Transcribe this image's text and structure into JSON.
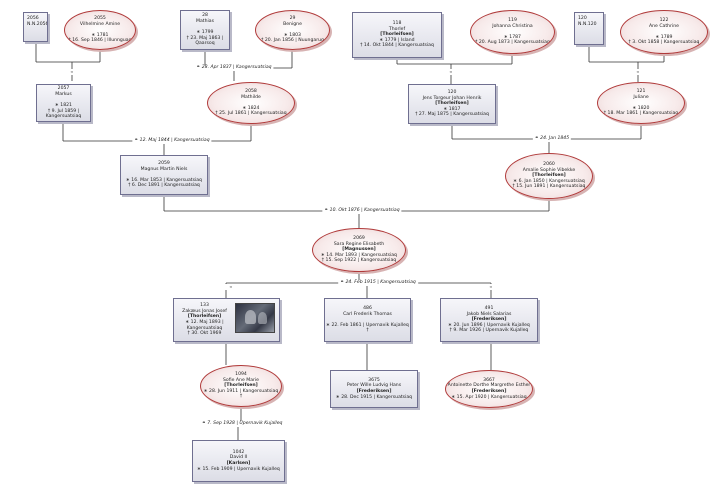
{
  "persons": [
    {
      "id": "p2056",
      "sex": "m",
      "layout": "topleft",
      "lines": [
        "2056",
        "N.N.2056"
      ]
    },
    {
      "id": "p2055",
      "sex": "f",
      "lines": [
        "2055",
        "Vilhelmine Amine",
        "",
        "∗ 1781",
        "† 16. Sep 1846 | Illunnguaq"
      ]
    },
    {
      "id": "p28",
      "sex": "m",
      "lines": [
        "28",
        "Mathias",
        "",
        "∗ 1799",
        "† 23. Maj 1863 | Qaarsoq"
      ]
    },
    {
      "id": "p29",
      "sex": "f",
      "lines": [
        "29",
        "Benigne",
        "",
        "∗ 1803",
        "† 20. Jan 1856 | Nuungaruq"
      ]
    },
    {
      "id": "p118",
      "sex": "m",
      "lines": [
        "118",
        "Thorlef",
        "[Thorleifsen]",
        "∗ 1779 | Island",
        "† 14. Okt 1844 | Kangersuatsiaq"
      ]
    },
    {
      "id": "p119",
      "sex": "f",
      "lines": [
        "119",
        "Johanna Christina",
        "",
        "∗ 1787",
        "† 20. Aug 1873 | Kangersuatsiaq"
      ]
    },
    {
      "id": "p120u",
      "sex": "m",
      "layout": "topleft",
      "lines": [
        "120",
        "N.N.120"
      ]
    },
    {
      "id": "p122",
      "sex": "f",
      "lines": [
        "122",
        "Ane Cathrine",
        "",
        "∗ 1789",
        "† 3. Okt 1858 | Kangersuatsiaq"
      ]
    },
    {
      "id": "p2057",
      "sex": "m",
      "lines": [
        "2057",
        "Markus",
        "",
        "∗ 1821",
        "† 9. Jul 1859 | Kangersuatsiaq"
      ]
    },
    {
      "id": "p2058",
      "sex": "f",
      "lines": [
        "2058",
        "Mathilde",
        "",
        "∗ 1824",
        "† 25. Jul 1861 | Kangersuatsiaq"
      ]
    },
    {
      "id": "p120",
      "sex": "m",
      "lines": [
        "120",
        "Jens Torgeur Johan Henrik",
        "[Thorleifsen]",
        "∗ 1817",
        "† 27. Maj 1875 | Kangersuatsiaq"
      ]
    },
    {
      "id": "p121",
      "sex": "f",
      "lines": [
        "121",
        "Juliane",
        "",
        "∗ 1820",
        "† 18. Mar 1861 | Kangersuatsiaq"
      ]
    },
    {
      "id": "p2059",
      "sex": "m",
      "lines": [
        "2059",
        "Magnus Martin Niels",
        "",
        "∗ 16. Mar 1853 | Kangersuatsiaq",
        "† 6. Dec 1891 | Kangersuatsiaq"
      ]
    },
    {
      "id": "p2060",
      "sex": "f",
      "lines": [
        "2060",
        "Amalie Sophie Vibekke",
        "[Thorleifsen]",
        "∗ 6. Jan 1850 | Kangersuatsiaq",
        "† 15. Jun 1891 | Kangersuatsiaq"
      ]
    },
    {
      "id": "p2069",
      "sex": "f",
      "lines": [
        "2069",
        "Sara Regine Elisabeth",
        "[Magnussen]",
        "∗ 14. Mar 1893 | Kangersuatsiaq",
        "† 15. Sep 1922 | Kangersuatsiaq"
      ]
    },
    {
      "id": "p133",
      "sex": "m",
      "photo": true,
      "lines": [
        "133",
        "Zakæus Jonas Josef",
        "[Thorleifsen]",
        "∗ 12. Maj 1893 | Kangersuatsiaq",
        "† 30. Okt 1969"
      ]
    },
    {
      "id": "p486",
      "sex": "m",
      "lines": [
        "486",
        "Carl Frederik Thomas",
        "",
        "∗ 22. Feb 1861 | Upernavik Kujalleq",
        "†"
      ]
    },
    {
      "id": "p491",
      "sex": "m",
      "lines": [
        "491",
        "Jakob Niels Salarias",
        "[Frederiksen]",
        "∗ 20. Jun 1896 | Upernavik Kujalleq",
        "† 9. Mar 1926 | Upernavik Kujalleq"
      ]
    },
    {
      "id": "p1094",
      "sex": "f",
      "lines": [
        "1094",
        "Sofie Ane Marie",
        "[Thorleifsen]",
        "∗ 28. Jun 1911 | Kangersuatsiaq",
        "†"
      ]
    },
    {
      "id": "p3675",
      "sex": "m",
      "lines": [
        "3675",
        "Peter Wille Ludvig Hans",
        "[Frederiksen]",
        "∗ 28. Dec 1915 | Kangersuatsiaq"
      ]
    },
    {
      "id": "p3667",
      "sex": "f",
      "lines": [
        "3667",
        "Antoinette Dorthe Margrethe Esther",
        "[Frederiksen]",
        "∗ 15. Apr 1920 | Kangersuatsiaq"
      ]
    },
    {
      "id": "p1042",
      "sex": "m",
      "lines": [
        "1042",
        "David II",
        "[Karlsen]",
        "∗ 15. Feb 1909 | Upernavik Kujalleq"
      ]
    }
  ],
  "marriages": [
    {
      "id": "m1",
      "label": "",
      "hub": "∞",
      "type": "hub"
    },
    {
      "id": "m2",
      "label": "⚭ 28. Apr 1837 | Kangersuatsiaq",
      "hub": "",
      "type": "label"
    },
    {
      "id": "m3",
      "label": "",
      "hub": "∞",
      "type": "hub"
    },
    {
      "id": "m4",
      "label": "",
      "hub": "∞",
      "type": "hub"
    },
    {
      "id": "m5",
      "label": "⚭ 12. Maj 1844 | Kangersuatsiaq",
      "type": "label"
    },
    {
      "id": "m6",
      "label": "⚭ 24. Jan 1845",
      "type": "label"
    },
    {
      "id": "m7",
      "label": "⚭ 10. Okt 1876 | Kangersuatsiaq",
      "type": "label"
    },
    {
      "id": "m8",
      "label": "⚭ 24. Feb 1915 | Kangersuatsiaq",
      "type": "label"
    },
    {
      "id": "m9",
      "label": "",
      "hub": "∞",
      "type": "hub"
    },
    {
      "id": "m10",
      "label": "",
      "hub": "∞",
      "type": "hub"
    },
    {
      "id": "m11",
      "label": "⚭ 7. Sep 1928 | Upernavik Kujalleq",
      "type": "label"
    }
  ]
}
